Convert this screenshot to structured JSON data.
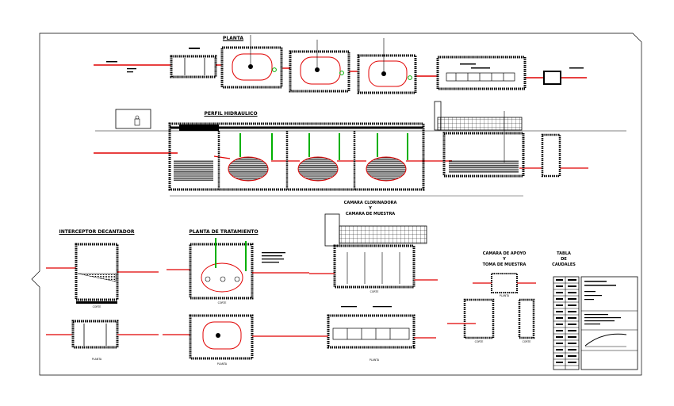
{
  "titles": {
    "planta_top": "PLANTA",
    "perfil": "PERFIL HIDRAULICO",
    "camara_l1": "CAMARA CLORINADORA",
    "camara_l2": "Y",
    "camara_l3": "CAMARA DE MUESTRA",
    "interceptor": "INTERCEPTOR DECANTADOR",
    "planta_trat": "PLANTA DE TRATAMIENTO",
    "apoyo_l1": "CAMARA DE APOYO",
    "apoyo_l2": "Y",
    "apoyo_l3": "TOMA DE MUESTRA",
    "tabla_l1": "TABLA",
    "tabla_l2": "DE",
    "tabla_l3": "CAUDALES"
  },
  "sublabels": {
    "corte_a": "CORTE",
    "planta_a": "PLANTA",
    "corte_b": "CORTE",
    "planta_b": "PLANTA",
    "corte_c": "CORTE",
    "planta_c": "PLANTA",
    "corte_d": "CORTE",
    "planta_d": "PLANTA",
    "corte_e": "CORTE"
  }
}
